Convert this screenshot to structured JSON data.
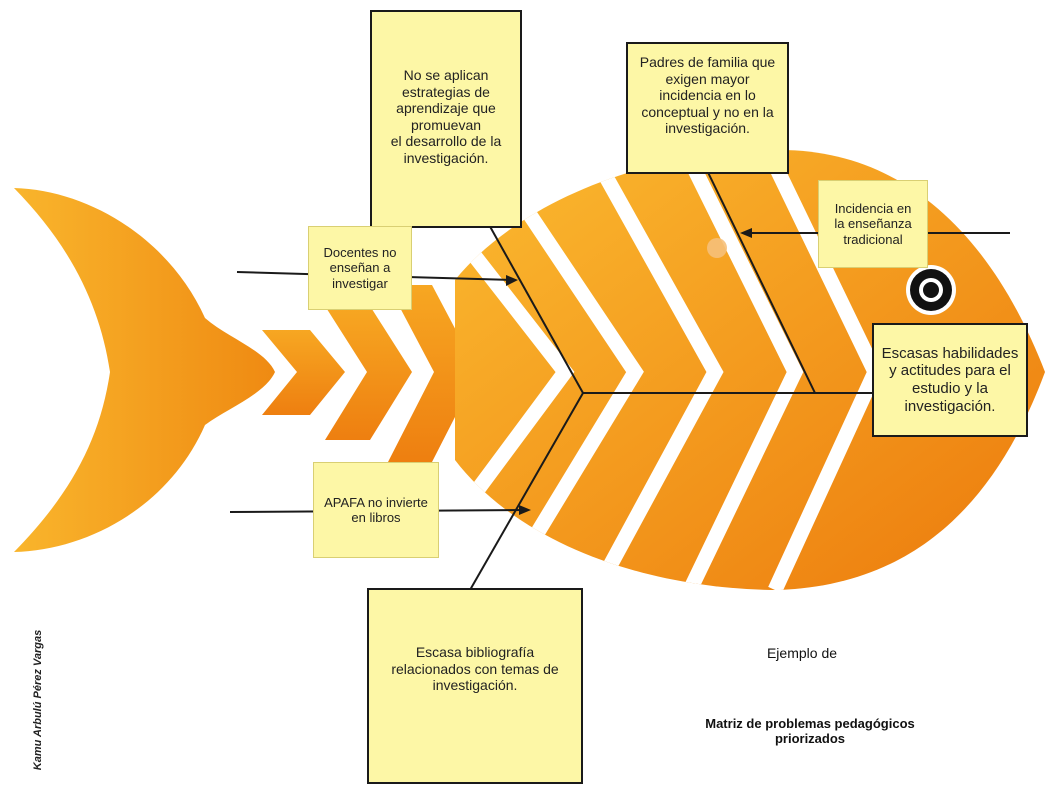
{
  "causes": {
    "top_left": "No se aplican estrategias de\naprendizaje que promuevan\nel desarrollo de la\ninvestigación.",
    "top_right": "Padres de familia que\nexigen mayor\nincidencia en lo\nconceptual y no en la\ninvestigación.",
    "docentes": "Docentes no\nenseñan a\ninvestigar",
    "incidencia": "Incidencia en\nla enseñanza\ntradicional",
    "apafa": "APAFA no invierte\nen libros",
    "bottom": "Escasa bibliografía\nrelacionados con temas de\ninvestigación."
  },
  "problem": "Escasas habilidades\ny actitudes para el\nestudio y la\ninvestigación.",
  "caption": {
    "line1": "Ejemplo de",
    "line2": "Matriz de problemas pedagógicos\npriorizados"
  },
  "author": "Kamu Arbulú Pérez Vargas",
  "colors": {
    "fish_light": "#f9b52c",
    "fish_dark": "#ee7d0c",
    "note": "#fdf7a6",
    "line": "#1a1a1a"
  }
}
